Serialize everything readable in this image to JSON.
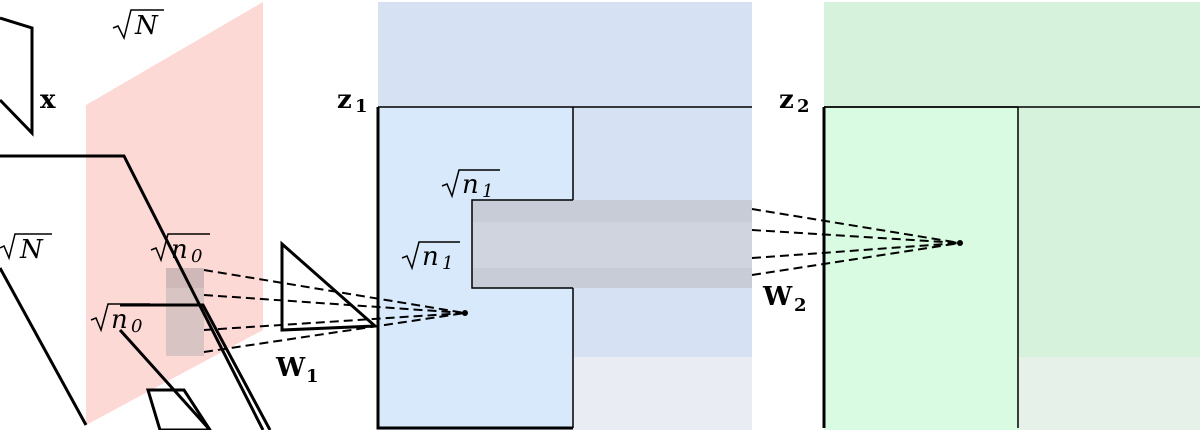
{
  "labels": {
    "x": "x",
    "z1": "z",
    "z1_sub": "1",
    "z2": "z",
    "z2_sub": "2",
    "W1": "W",
    "W1_sub": "1",
    "W2": "W",
    "W2_sub": "2",
    "sqrtN_top": "N",
    "sqrtN_left": "N",
    "sqrt_n0_a": "n",
    "sqrt_n0_a_sub": "0",
    "sqrt_n0_b": "n",
    "sqrt_n0_b_sub": "0",
    "sqrt_n1_a": "n",
    "sqrt_n1_a_sub": "1",
    "sqrt_n1_b": "n",
    "sqrt_n1_b_sub": "1"
  },
  "colors": {
    "input_plane": "#fdd9d6",
    "input_patch": "#d9c4c4",
    "z1_back": "#d6e2f3",
    "z1_front": "#d8e9fb",
    "z1_band": "#d0d4de",
    "z1_faint": "#e9edf3",
    "z2_back": "#d6f2dd",
    "z2_front": "#d9fbe2",
    "z2_faint": "#e6f2e9"
  }
}
